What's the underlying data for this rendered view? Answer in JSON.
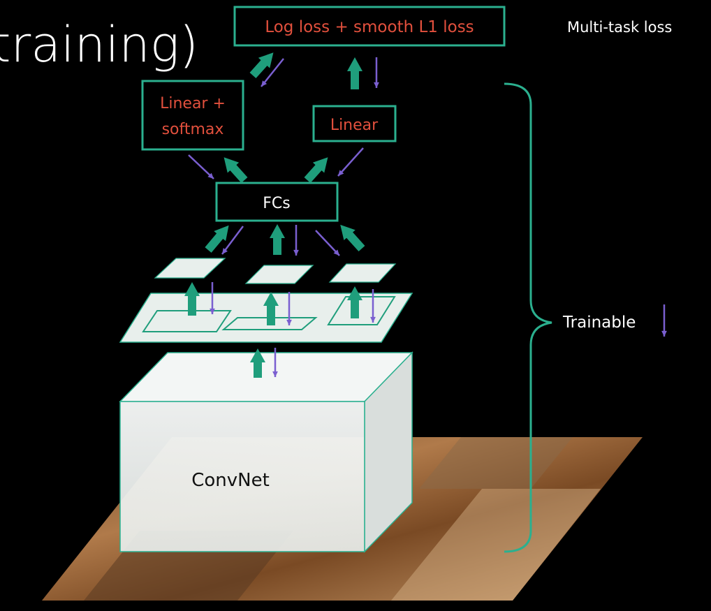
{
  "slide": {
    "title_fragment": "training)"
  },
  "diagram": {
    "loss_box_label": "Log loss + smooth L1 loss",
    "multitask_label": "Multi-task loss",
    "linear_softmax_line1": "Linear +",
    "linear_softmax_line2": "softmax",
    "linear_label": "Linear",
    "fcs_label": "FCs",
    "convnet_label": "ConvNet",
    "trainable_label": "Trainable"
  },
  "colors": {
    "background": "#000000",
    "accent_teal": "#1f9e7c",
    "box_border": "#2bb08f",
    "loss_text_red": "#e2503d",
    "gradient_purple": "#7a5fd0",
    "feature_map_fill": "#e8efec"
  }
}
